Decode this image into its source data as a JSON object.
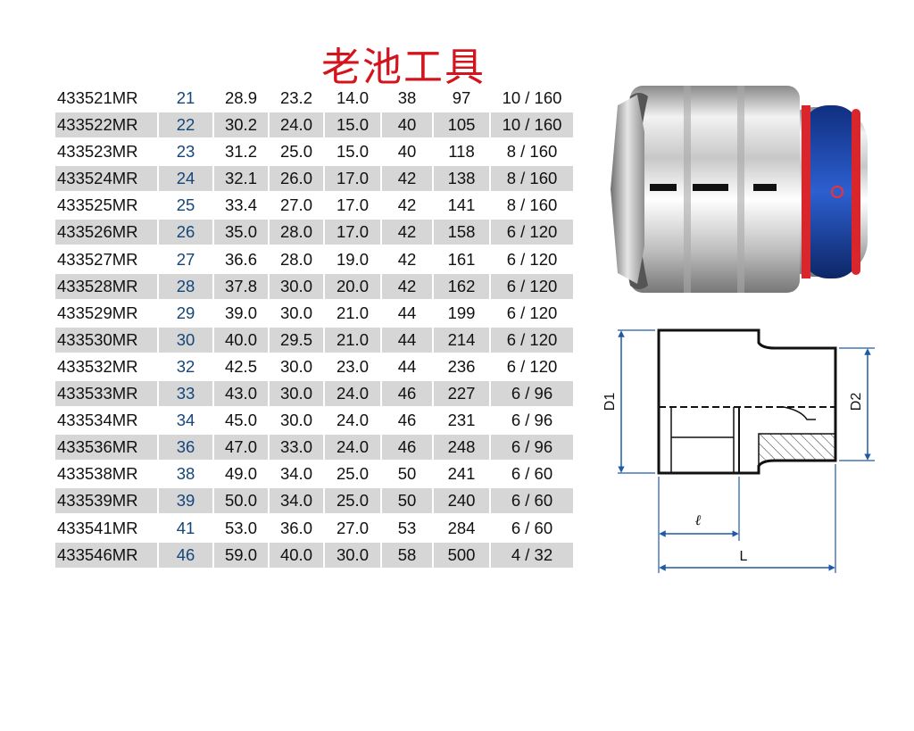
{
  "title": "老池工具",
  "rows": [
    [
      "433521MR",
      "21",
      "28.9",
      "23.2",
      "14.0",
      "38",
      "97",
      "10 / 160"
    ],
    [
      "433522MR",
      "22",
      "30.2",
      "24.0",
      "15.0",
      "40",
      "105",
      "10 / 160"
    ],
    [
      "433523MR",
      "23",
      "31.2",
      "25.0",
      "15.0",
      "40",
      "118",
      "8 / 160"
    ],
    [
      "433524MR",
      "24",
      "32.1",
      "26.0",
      "17.0",
      "42",
      "138",
      "8 / 160"
    ],
    [
      "433525MR",
      "25",
      "33.4",
      "27.0",
      "17.0",
      "42",
      "141",
      "8 / 160"
    ],
    [
      "433526MR",
      "26",
      "35.0",
      "28.0",
      "17.0",
      "42",
      "158",
      "6 / 120"
    ],
    [
      "433527MR",
      "27",
      "36.6",
      "28.0",
      "19.0",
      "42",
      "161",
      "6 / 120"
    ],
    [
      "433528MR",
      "28",
      "37.8",
      "30.0",
      "20.0",
      "42",
      "162",
      "6 / 120"
    ],
    [
      "433529MR",
      "29",
      "39.0",
      "30.0",
      "21.0",
      "44",
      "199",
      "6 / 120"
    ],
    [
      "433530MR",
      "30",
      "40.0",
      "29.5",
      "21.0",
      "44",
      "214",
      "6 / 120"
    ],
    [
      "433532MR",
      "32",
      "42.5",
      "30.0",
      "23.0",
      "44",
      "236",
      "6 / 120"
    ],
    [
      "433533MR",
      "33",
      "43.0",
      "30.0",
      "24.0",
      "46",
      "227",
      "6 / 96"
    ],
    [
      "433534MR",
      "34",
      "45.0",
      "30.0",
      "24.0",
      "46",
      "231",
      "6 / 96"
    ],
    [
      "433536MR",
      "36",
      "47.0",
      "33.0",
      "24.0",
      "46",
      "248",
      "6 / 96"
    ],
    [
      "433538MR",
      "38",
      "49.0",
      "34.0",
      "25.0",
      "50",
      "241",
      "6 / 60"
    ],
    [
      "433539MR",
      "39",
      "50.0",
      "34.0",
      "25.0",
      "50",
      "240",
      "6 / 60"
    ],
    [
      "433541MR",
      "41",
      "53.0",
      "36.0",
      "27.0",
      "53",
      "284",
      "6 / 60"
    ],
    [
      "433546MR",
      "46",
      "59.0",
      "40.0",
      "30.0",
      "58",
      "500",
      "4 / 32"
    ]
  ],
  "diagram": {
    "d1_label": "D1",
    "d2_label": "D2",
    "l_small_label": "ℓ",
    "l_label": "L"
  },
  "colors": {
    "title": "#d4141c",
    "size_column": "#14467a",
    "stripe": "#d6d6d6",
    "dimension_lines": "#1f5aa6",
    "socket_band_blue": "#1d48b4",
    "socket_band_red": "#d8262c"
  }
}
